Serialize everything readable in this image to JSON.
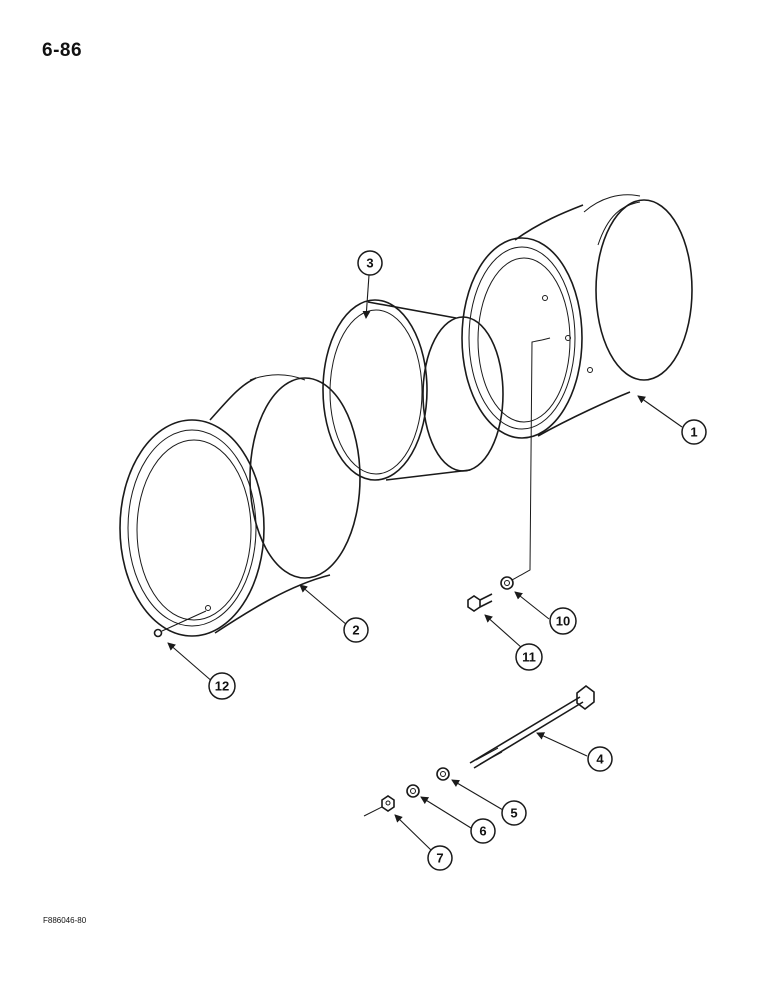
{
  "page_number": "6-86",
  "figure_code": "F886046-80",
  "callouts": {
    "c1": "1",
    "c2": "2",
    "c3": "3",
    "c4": "4",
    "c5": "5",
    "c6": "6",
    "c7": "7",
    "c10": "10",
    "c11": "11",
    "c12": "12"
  }
}
